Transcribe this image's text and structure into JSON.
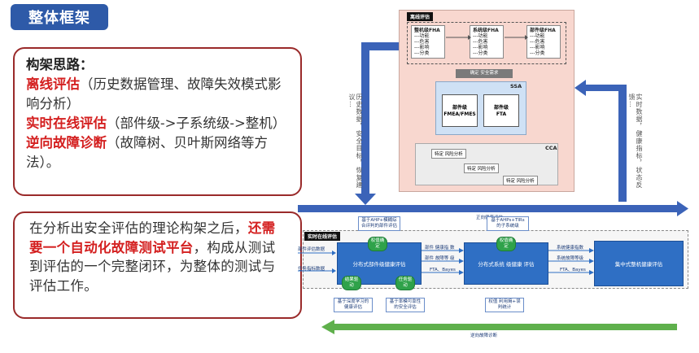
{
  "title": "整体框架",
  "framework": {
    "heading": "构架思路：",
    "items": [
      {
        "key": "离线评估",
        "desc": "（历史数据管理、故障失效模式影响分析）"
      },
      {
        "key": "实时在线评估",
        "desc": "（部件级->子系统级->整机）"
      },
      {
        "key": "逆向故障诊断",
        "desc": "（故障树、贝叶斯网络等方法）。"
      }
    ]
  },
  "summary": {
    "part1": "在分析出安全评估的理论构架之后，",
    "part_red": "还需要一个自动化故障测试平台",
    "part2": "，构成从测试到评估的一个完整闭环，为整体的测试与评估工作。"
  },
  "diagram": {
    "fha_header": "离线评估",
    "fha_cards": [
      {
        "title": "整机级FHA",
        "lines": [
          "---功能",
          "---危害",
          "---影响",
          "---分类"
        ]
      },
      {
        "title": "系统级FHA",
        "lines": [
          "---功能",
          "---危害",
          "---影响",
          "---分类"
        ]
      },
      {
        "title": "部件级FHA",
        "lines": [
          "---功能",
          "---危害",
          "---影响",
          "---分类"
        ]
      }
    ],
    "safety_req": "确定 安全需求",
    "ssa_label": "SSA",
    "ssa_docs": [
      "部件级\nFMEA/FMES",
      "部件级\nFTA"
    ],
    "cca_label": "CCA",
    "cca_chips": [
      "特定 风险分析",
      "特定 风险分析",
      "特定 风险分析"
    ],
    "left_vertical": "历史数据，安全目标，恢复建议…",
    "right_vertical": "实时数据，健康指标，状态反馈…",
    "forward_label": "正向健康评估",
    "realtime_header": "实时在线评估",
    "inputs": [
      "部件评估数据",
      "任务指标数据"
    ],
    "top_labels": [
      "基于AHP+模糊综合评判的部件评估",
      "基于AHPs+TIRs的子系统级"
    ],
    "bottom_labels": [
      "基于深度学习的健康评估",
      "基于率模可靠性的安全评估",
      "权值 利用熵+误判统计"
    ],
    "boxes": [
      "分布式部件级健康评估",
      "分布式系统 级健康 评估",
      "集中式整机健康评估"
    ],
    "green_tags": [
      "权值确定",
      "结果驱动",
      "任务驱动",
      "权值确定"
    ],
    "flow1": [
      "部件 健康指 数",
      "部件 故障等 级",
      "FTA、Bayes"
    ],
    "flow2": [
      "系统健康指数",
      "系统故障等级",
      "FTA、Bayes"
    ],
    "reverse_label": "逆向故障诊断"
  },
  "colors": {
    "accent": "#2e5aa8",
    "red": "#d42020",
    "border": "#9a2a2a"
  }
}
